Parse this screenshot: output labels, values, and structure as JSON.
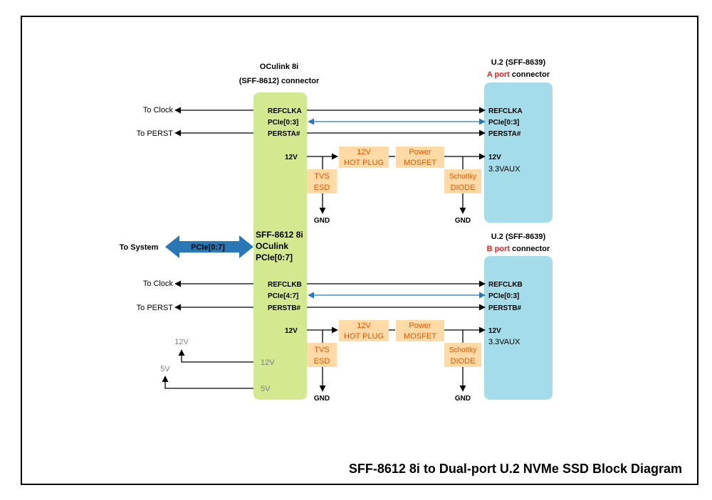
{
  "title": "SFF-8612 8i to Dual-port U.2 NVMe SSD Block Diagram",
  "oculink": {
    "header_line1": "OCulink 8i",
    "header_line2": "(SFF-8612) connector",
    "center_line1": "SFF-8612 8i",
    "center_line2": "OCulink",
    "center_line3": "PCIe[0:7]",
    "power_12v": "12V",
    "power_5v": "5V"
  },
  "system": {
    "label": "To System",
    "bus_label": "PCIe[0:7]"
  },
  "port_a": {
    "header_line1": "U.2 (SFF-8639)",
    "port_name": "A port",
    "connector_word": "connector",
    "to_clock": "To Clock",
    "to_perst": "To PERST",
    "left_signals": [
      "REFCLKA",
      "PCIe[0:3]",
      "PERSTA#"
    ],
    "right_signals": [
      "REFCLKA",
      "PCIe[0:3]",
      "PERSTA#"
    ],
    "power_in": "12V",
    "power_out": "12V",
    "aux": "3.3VAUX",
    "hotplug": [
      "12V",
      "HOT PLUG"
    ],
    "mosfet": [
      "Power",
      "MOSFET"
    ],
    "tvs": [
      "TVS",
      "ESD"
    ],
    "schottky": [
      "Schottky",
      "DIODE"
    ],
    "gnd1": "GND",
    "gnd2": "GND"
  },
  "port_b": {
    "header_line1": "U.2 (SFF-8639)",
    "port_name": "B port",
    "connector_word": "connector",
    "to_clock": "To Clock",
    "to_perst": "To PERST",
    "left_signals": [
      "REFCLKB",
      "PCIe[4:7]",
      "PERSTB#"
    ],
    "right_signals": [
      "REFCLKB",
      "PCIe[0:3]",
      "PERSTB#"
    ],
    "power_in": "12V",
    "power_out": "12V",
    "aux": "3.3VAUX",
    "hotplug": [
      "12V",
      "HOT PLUG"
    ],
    "mosfet": [
      "Power",
      "MOSFET"
    ],
    "tvs": [
      "TVS",
      "ESD"
    ],
    "schottky": [
      "Schottky",
      "DIODE"
    ],
    "gnd1": "GND",
    "gnd2": "GND"
  },
  "external_power": {
    "v12": "12V",
    "v5": "5V"
  },
  "colors": {
    "oculink_fill": "#d4e88f",
    "u2_fill": "#a5dcea",
    "component_fill": "#ffd9a6",
    "component_text": "#e05a00",
    "pcie_blue": "#2878b8",
    "port_red": "#e81f1f"
  }
}
